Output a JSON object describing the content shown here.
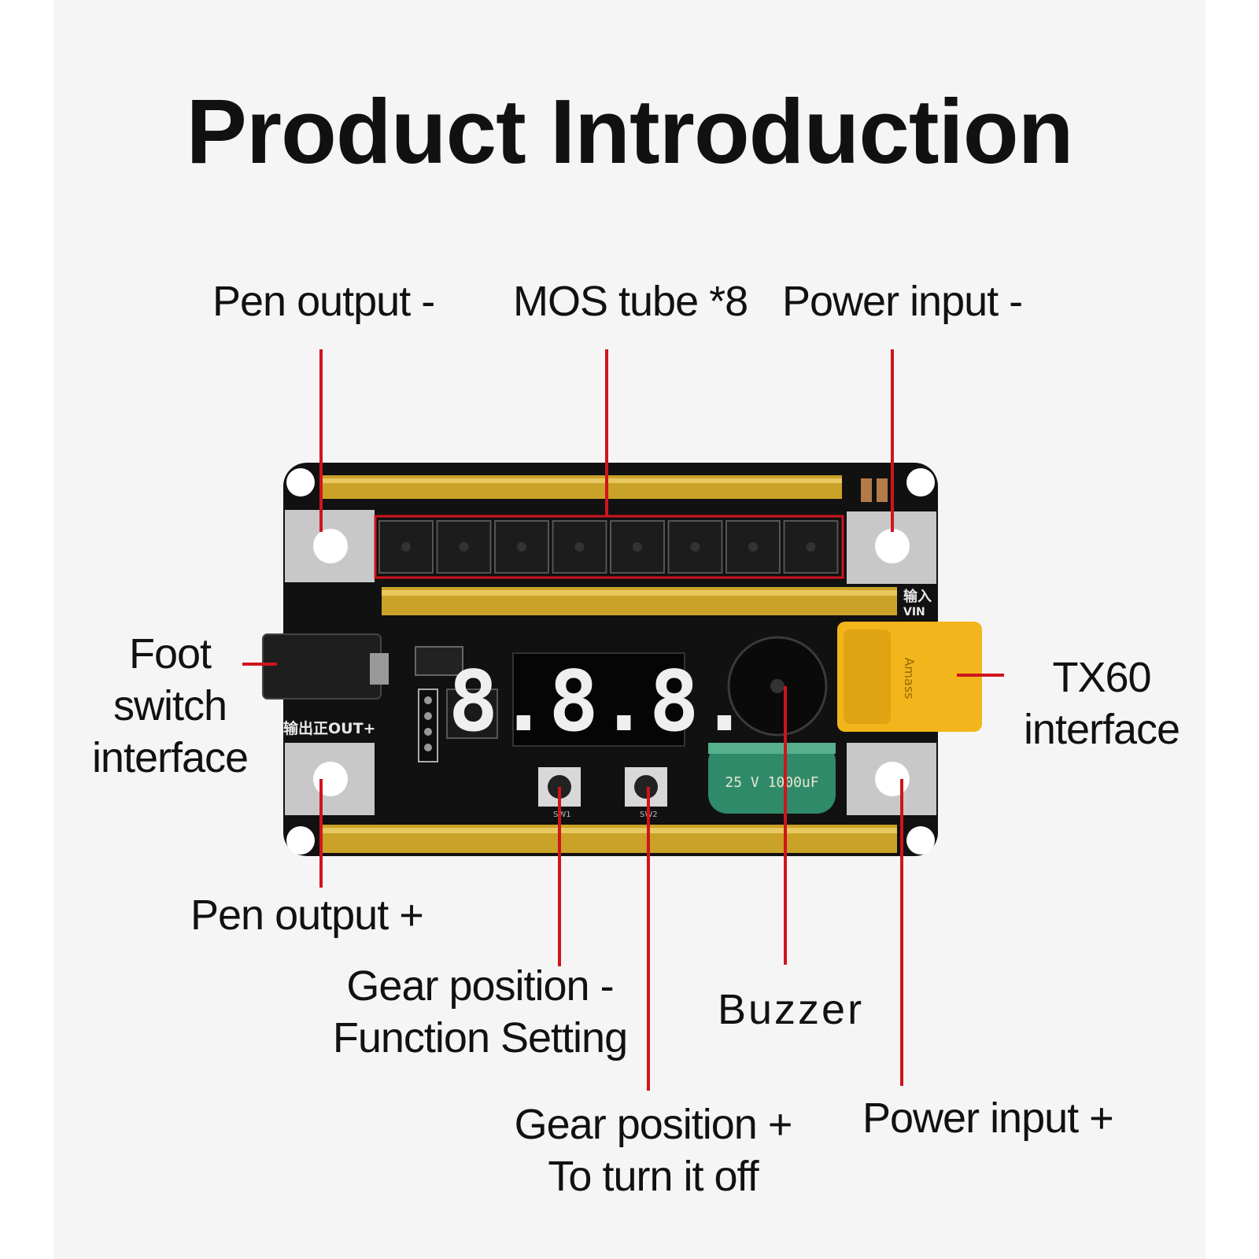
{
  "title": "Product Introduction",
  "labels": {
    "pen_output_minus": "Pen output  -",
    "mos_tube": "MOS tube *8",
    "power_input_minus": "Power input  -",
    "foot_switch": [
      "Foot",
      "switch",
      "interface"
    ],
    "tx60": [
      "TX60",
      "interface"
    ],
    "pen_output_plus": "Pen output +",
    "gear_minus": [
      "Gear position -",
      "Function Setting"
    ],
    "buzzer": "Buzzer",
    "gear_plus": [
      "Gear position +",
      "To turn it off"
    ],
    "power_input_plus": "Power input +"
  },
  "board": {
    "display": "8.8.8.",
    "silk_output": "输出正OUT+",
    "silk_input": "输入",
    "silk_vin": "VIN",
    "cap_text": "25 V 1000uF",
    "connector_text": "Amass",
    "sw1": "SW1",
    "sw2": "SW2"
  },
  "colors": {
    "callout_line": "#d0141c",
    "pcb": "#111111",
    "gold_bus": "#c9a227",
    "connector": "#f2b51c",
    "capacitor": "#2f8a6a"
  }
}
